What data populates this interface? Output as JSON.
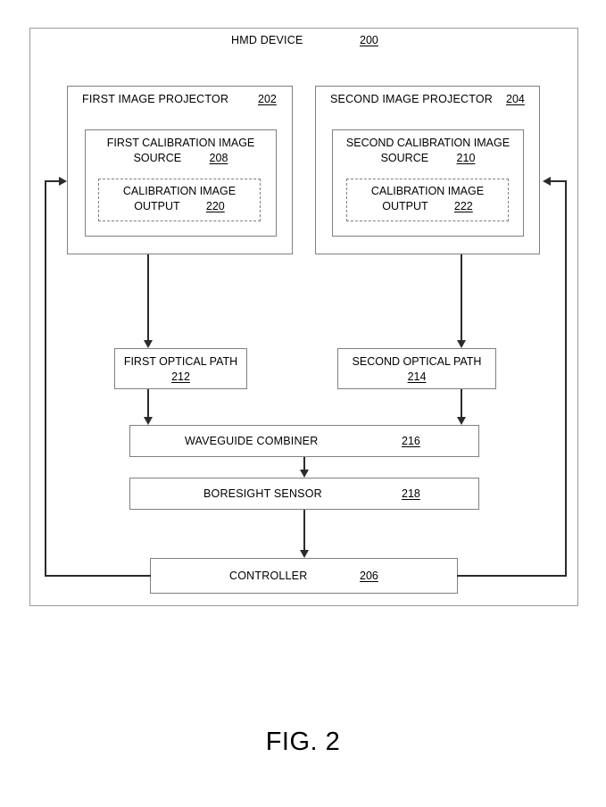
{
  "figure": {
    "caption": "FIG. 2"
  },
  "diagram": {
    "type": "block-diagram",
    "root": {
      "label": "HMD DEVICE",
      "ref": "200"
    },
    "blocks": [
      {
        "id": "first-image-projector",
        "label": "FIRST IMAGE PROJECTOR",
        "ref": "202"
      },
      {
        "id": "second-image-projector",
        "label": "SECOND IMAGE PROJECTOR",
        "ref": "204"
      },
      {
        "id": "first-calibration-image-source",
        "label_line1": "FIRST CALIBRATION IMAGE",
        "label_line2": "SOURCE",
        "ref": "208"
      },
      {
        "id": "second-calibration-image-source",
        "label_line1": "SECOND CALIBRATION IMAGE",
        "label_line2": "SOURCE",
        "ref": "210"
      },
      {
        "id": "first-calibration-image-output",
        "label_line1": "CALIBRATION IMAGE",
        "label_line2": "OUTPUT",
        "ref": "220"
      },
      {
        "id": "second-calibration-image-output",
        "label_line1": "CALIBRATION IMAGE",
        "label_line2": "OUTPUT",
        "ref": "222"
      },
      {
        "id": "first-optical-path",
        "label": "FIRST OPTICAL PATH",
        "ref": "212"
      },
      {
        "id": "second-optical-path",
        "label": "SECOND OPTICAL PATH",
        "ref": "214"
      },
      {
        "id": "waveguide-combiner",
        "label": "WAVEGUIDE COMBINER",
        "ref": "216"
      },
      {
        "id": "boresight-sensor",
        "label": "BORESIGHT SENSOR",
        "ref": "218"
      },
      {
        "id": "controller",
        "label": "CONTROLLER",
        "ref": "206"
      }
    ],
    "connections": [
      {
        "from": "first-image-projector",
        "to": "first-optical-path",
        "arrow": "down"
      },
      {
        "from": "second-image-projector",
        "to": "second-optical-path",
        "arrow": "down"
      },
      {
        "from": "first-optical-path",
        "to": "waveguide-combiner",
        "arrow": "down"
      },
      {
        "from": "second-optical-path",
        "to": "waveguide-combiner",
        "arrow": "down"
      },
      {
        "from": "waveguide-combiner",
        "to": "boresight-sensor",
        "arrow": "down"
      },
      {
        "from": "boresight-sensor",
        "to": "controller",
        "arrow": "down"
      },
      {
        "from": "controller",
        "to": "first-image-projector",
        "arrow": "right"
      },
      {
        "from": "controller",
        "to": "second-image-projector",
        "arrow": "left"
      }
    ]
  },
  "colors": {
    "line": "#2b2b2b",
    "box_border": "#808080",
    "text": "#000000",
    "background": "#ffffff"
  }
}
